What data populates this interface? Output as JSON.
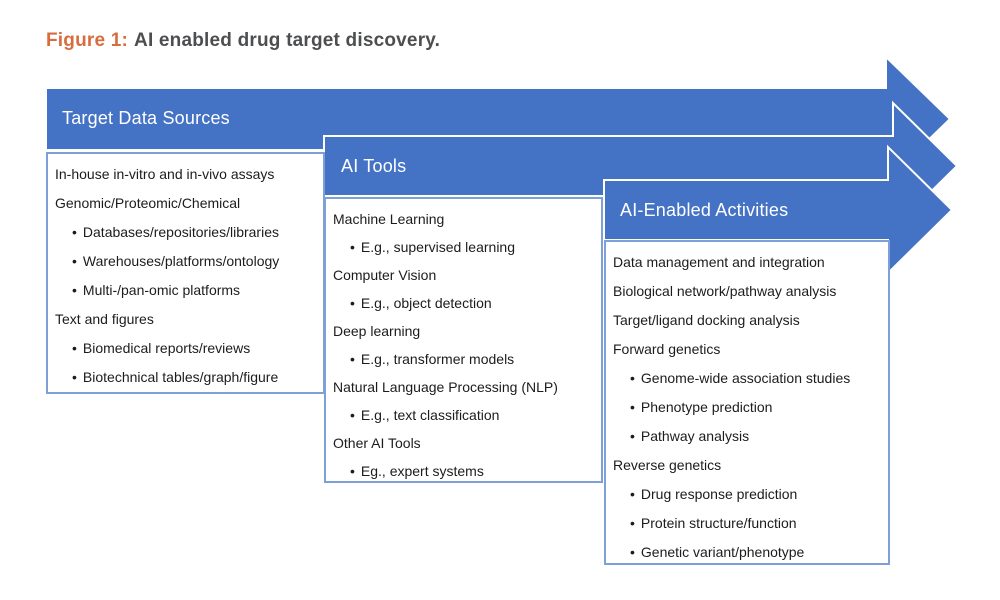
{
  "figure": {
    "label": "Figure 1:",
    "title": "AI enabled drug target discovery."
  },
  "colors": {
    "page-bg": "#ffffff",
    "figure-label": "#D96C3F",
    "figure-title": "#4D4E50",
    "arrow-fill": "#4472C4",
    "arrow-outline": "#ffffff",
    "box-bg": "#ffffff",
    "box-border": "#7F9FD7",
    "banner-text": "#ffffff",
    "item-text": "#1C1C1C"
  },
  "icons": {
    "bullet": "•",
    "arrow_direction": "right-arrow"
  },
  "columns": [
    {
      "banner": "Target Data Sources",
      "items": [
        {
          "level": 0,
          "text": "In-house in-vitro and in-vivo assays"
        },
        {
          "level": 0,
          "text": "Genomic/Proteomic/Chemical"
        },
        {
          "level": 1,
          "text": "Databases/repositories/libraries"
        },
        {
          "level": 1,
          "text": "Warehouses/platforms/ontology"
        },
        {
          "level": 1,
          "text": "Multi-/pan-omic platforms"
        },
        {
          "level": 0,
          "text": "Text and figures"
        },
        {
          "level": 1,
          "text": "Biomedical reports/reviews"
        },
        {
          "level": 1,
          "text": "Biotechnical tables/graph/figure"
        }
      ]
    },
    {
      "banner": "AI Tools",
      "items": [
        {
          "level": 0,
          "text": "Machine Learning"
        },
        {
          "level": 1,
          "text": "E.g., supervised learning"
        },
        {
          "level": 0,
          "text": "Computer Vision"
        },
        {
          "level": 1,
          "text": "E.g., object detection"
        },
        {
          "level": 0,
          "text": "Deep learning"
        },
        {
          "level": 1,
          "text": "E.g., transformer models"
        },
        {
          "level": 0,
          "text": "Natural Language Processing (NLP)"
        },
        {
          "level": 1,
          "text": "E.g., text classification"
        },
        {
          "level": 0,
          "text": "Other AI Tools"
        },
        {
          "level": 1,
          "text": "Eg., expert systems"
        }
      ]
    },
    {
      "banner": "AI-Enabled Activities",
      "items": [
        {
          "level": 0,
          "text": "Data management and integration"
        },
        {
          "level": 0,
          "text": "Biological network/pathway analysis"
        },
        {
          "level": 0,
          "text": "Target/ligand docking analysis"
        },
        {
          "level": 0,
          "text": "Forward genetics"
        },
        {
          "level": 1,
          "text": "Genome-wide association studies"
        },
        {
          "level": 1,
          "text": "Phenotype prediction"
        },
        {
          "level": 1,
          "text": "Pathway analysis"
        },
        {
          "level": 0,
          "text": "Reverse genetics"
        },
        {
          "level": 1,
          "text": "Drug response prediction"
        },
        {
          "level": 1,
          "text": "Protein structure/function"
        },
        {
          "level": 1,
          "text": "Genetic variant/phenotype"
        }
      ]
    }
  ]
}
